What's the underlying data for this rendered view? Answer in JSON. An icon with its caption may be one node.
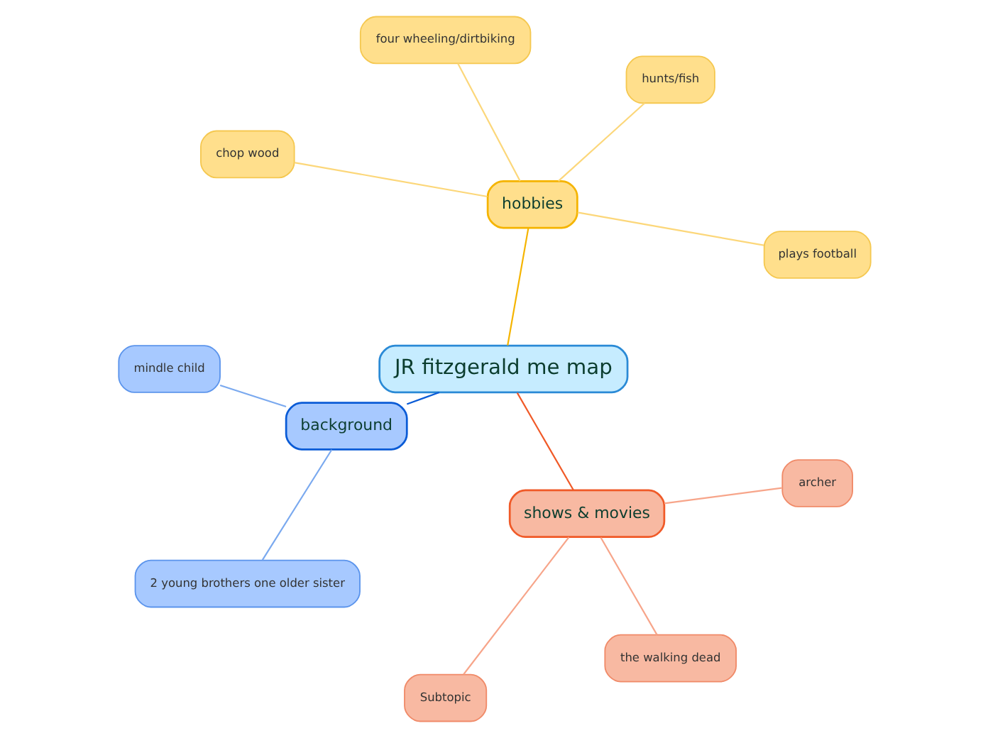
{
  "diagram": {
    "nodes": [
      {
        "text": [
          "JR fitzgerald me map"
        ]
      },
      {
        "text": [
          "hobbies"
        ]
      },
      {
        "text": [
          "plays football"
        ]
      },
      {
        "text": [
          "hunts/fish"
        ]
      },
      {
        "text": [
          "four wheeling/dirtbiking"
        ]
      },
      {
        "text": [
          "chop wood"
        ]
      },
      {
        "text": [
          "background"
        ]
      },
      {
        "text": [
          "mindle child"
        ]
      },
      {
        "text": [
          "2 young brothers one older sister"
        ]
      },
      {
        "text": [
          "shows & movies"
        ]
      },
      {
        "text": [
          "Subtopic"
        ]
      },
      {
        "text": [
          "the walking dead"
        ]
      },
      {
        "text": [
          "archer"
        ]
      }
    ],
    "edges": [
      {
        "from": 0,
        "to": 1,
        "arrow": "none",
        "color": "#f5b400"
      },
      {
        "from": 1,
        "to": 2,
        "arrow": "none",
        "color": "#fcd77a"
      },
      {
        "from": 1,
        "to": 3,
        "arrow": "none",
        "color": "#fcd77a"
      },
      {
        "from": 1,
        "to": 4,
        "arrow": "none",
        "color": "#fcd77a"
      },
      {
        "from": 1,
        "to": 5,
        "arrow": "none",
        "color": "#fcd77a"
      },
      {
        "from": 0,
        "to": 6,
        "arrow": "none",
        "color": "#0a5bd6"
      },
      {
        "from": 6,
        "to": 7,
        "arrow": "none",
        "color": "#7aa9ef"
      },
      {
        "from": 6,
        "to": 8,
        "arrow": "none",
        "color": "#7aa9ef"
      },
      {
        "from": 0,
        "to": 9,
        "arrow": "none",
        "color": "#f05a28"
      },
      {
        "from": 9,
        "to": 10,
        "arrow": "none",
        "color": "#f7a58a"
      },
      {
        "from": 9,
        "to": 11,
        "arrow": "none",
        "color": "#f7a58a"
      },
      {
        "from": 9,
        "to": 12,
        "arrow": "none",
        "color": "#f7a58a"
      }
    ]
  }
}
